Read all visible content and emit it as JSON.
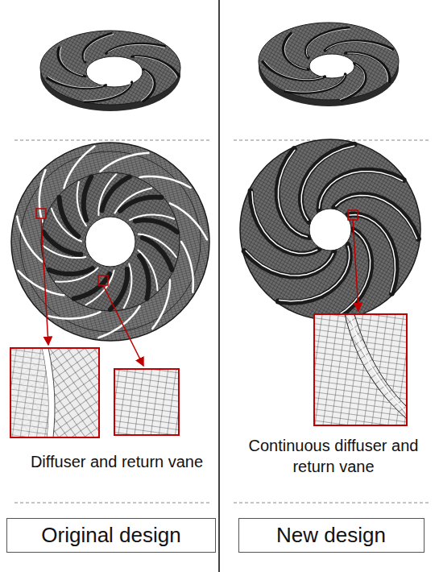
{
  "diagram": {
    "nodes": [
      {
        "text": [
          "Original design"
        ]
      },
      {
        "text": [
          "New design"
        ]
      }
    ],
    "labels": [
      "Diffuser and return vane",
      "Continuous diffuser and return vane"
    ]
  }
}
